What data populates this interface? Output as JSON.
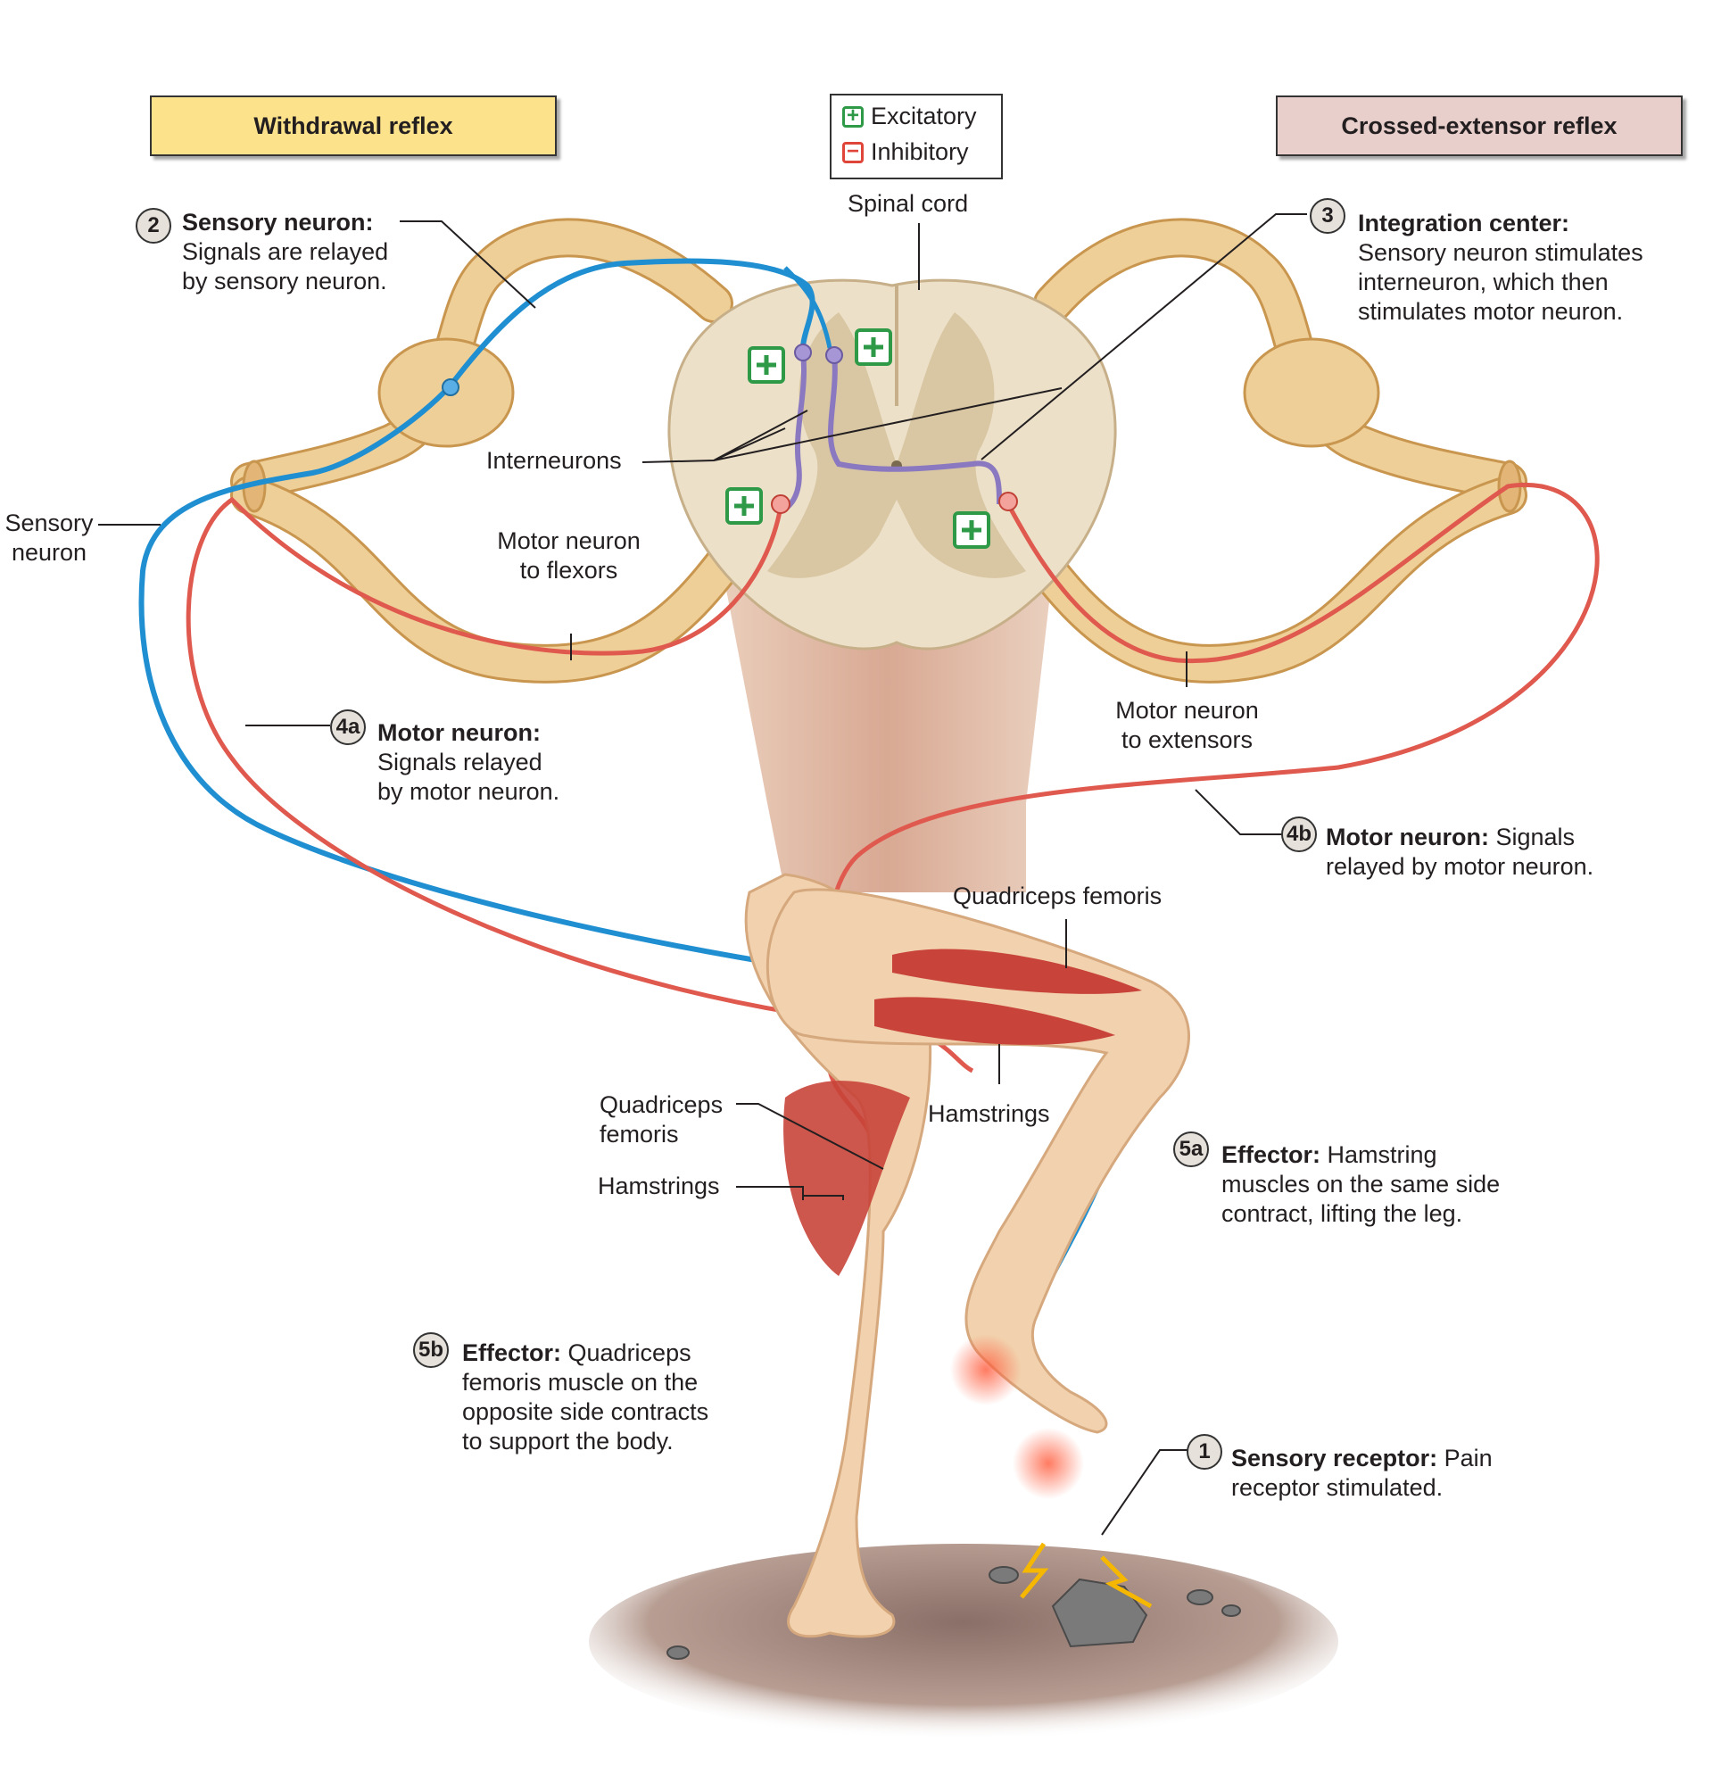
{
  "headers": {
    "withdrawal": "Withdrawal reflex",
    "crossed": "Crossed-extensor reflex"
  },
  "legend": {
    "excitatory": "Excitatory",
    "inhibitory": "Inhibitory",
    "plus": "+",
    "minus": "−"
  },
  "steps": {
    "s1": {
      "num": "1",
      "title": "Sensory receptor:",
      "text1": " Pain",
      "text2": "receptor stimulated."
    },
    "s2": {
      "num": "2",
      "title": "Sensory neuron:",
      "text1": "Signals are relayed",
      "text2": "by sensory neuron."
    },
    "s3": {
      "num": "3",
      "title": "Integration center:",
      "text1": "Sensory neuron stimulates",
      "text2": "interneuron, which then",
      "text3": "stimulates motor neuron."
    },
    "s4a": {
      "num": "4a",
      "title": "Motor neuron:",
      "text1": "Signals relayed",
      "text2": "by motor neuron."
    },
    "s4b": {
      "num": "4b",
      "title": "Motor neuron:",
      "text1": " Signals",
      "text2": "relayed by motor neuron."
    },
    "s5a": {
      "num": "5a",
      "title": "Effector:",
      "text1": " Hamstring",
      "text2": "muscles on the same side",
      "text3": "contract, lifting the leg."
    },
    "s5b": {
      "num": "5b",
      "title": "Effector:",
      "text1": " Quadriceps",
      "text2": "femoris muscle on the",
      "text3": "opposite side contracts",
      "text4": "to support the body."
    }
  },
  "labels": {
    "spinal_cord": "Spinal cord",
    "interneurons": "Interneurons",
    "sensory_neuron_1": "Sensory",
    "sensory_neuron_2": "neuron",
    "motor_flexors_1": "Motor neuron",
    "motor_flexors_2": "to flexors",
    "motor_extensors_1": "Motor neuron",
    "motor_extensors_2": "to extensors",
    "quadriceps_right": "Quadriceps femoris",
    "hamstrings_right": "Hamstrings",
    "quadriceps_left_1": "Quadriceps",
    "quadriceps_left_2": "femoris",
    "hamstrings_left": "Hamstrings"
  },
  "colors": {
    "nerve": "#e8c48a",
    "nerve_edge": "#c9964f",
    "sensory": "#1f8fd1",
    "motor": "#e0594e",
    "interneuron": "#8a78c0",
    "cord": "#ece0c8",
    "grey_matter": "#d6c29c",
    "muscle": "#c8443a",
    "skin": "#f2d2ae",
    "excitatory": "#2e9a48",
    "inhibitory": "#e0453a",
    "withdrawal_box": "#fde28c",
    "crossed_box": "#e8cfcb"
  }
}
